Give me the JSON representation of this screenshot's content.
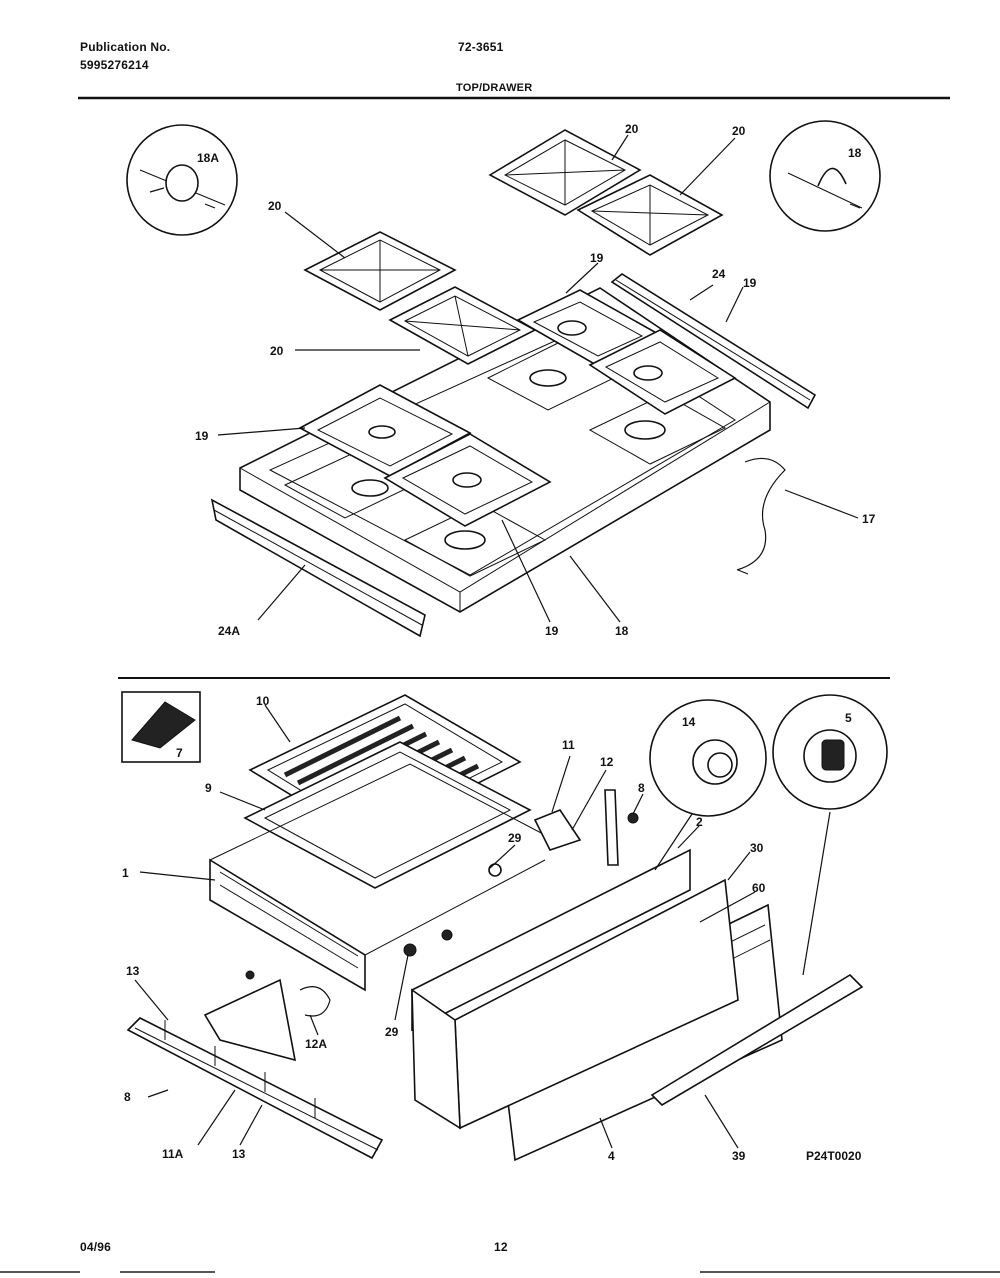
{
  "header": {
    "publication_label": "Publication No.",
    "publication_code": "5995276214",
    "model_number": "72-3651",
    "section_title": "TOP/DRAWER"
  },
  "footer": {
    "date_code": "04/96",
    "page_number": "12"
  },
  "top_callouts": {
    "c18a": "18A",
    "c20_top_mid": "20",
    "c20_top_right": "20",
    "c18_circle": "18",
    "c20_left": "20",
    "c19_center": "19",
    "c24": "24",
    "c19_right": "19",
    "c20_mid_left": "20",
    "c19_left": "19",
    "c17": "17",
    "c24a": "24A",
    "c19_bottom": "19",
    "c18_bottom": "18"
  },
  "bottom_callouts": {
    "c10": "10",
    "c7": "7",
    "c14": "14",
    "c5": "5",
    "c9": "9",
    "c11": "11",
    "c12": "12",
    "c8_top": "8",
    "c2": "2",
    "c1": "1",
    "c29_top": "29",
    "c30": "30",
    "c60": "60",
    "c13_top": "13",
    "c29_bottom": "29",
    "c8_left": "8",
    "c12a": "12A",
    "c11a": "11A",
    "c13_bottom": "13",
    "c4": "4",
    "c39": "39",
    "drawing_id": "P24T0020"
  }
}
